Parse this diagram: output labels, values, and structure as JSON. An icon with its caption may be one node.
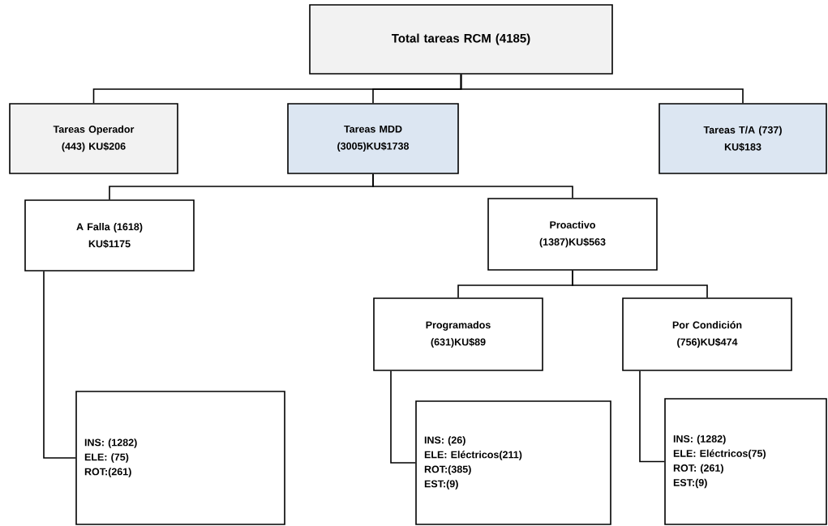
{
  "diagram": {
    "nodes": [
      {
        "text": [
          "Total tareas RCM (4185)"
        ]
      },
      {
        "text": [
          "Tareas Operador",
          "(443) KU$206"
        ]
      },
      {
        "text": [
          "Tareas MDD",
          "(3005)KU$1738"
        ]
      },
      {
        "text": [
          "Tareas T/A  (737)",
          "KU$183"
        ]
      },
      {
        "text": [
          "A Falla (1618)",
          "KU$1175"
        ]
      },
      {
        "text": [
          "Proactivo",
          "(1387)KU$563"
        ]
      },
      {
        "text": [
          "Programados",
          "(631)KU$89"
        ]
      },
      {
        "text": [
          "Por Condición",
          "(756)KU$474"
        ]
      },
      {
        "text": [
          "INS: (1282)",
          "ELE: (75)",
          "ROT:(261)"
        ]
      },
      {
        "text": [
          "INS: (26)",
          "ELE: Eléctricos(211)",
          "ROT:(385)",
          "EST:(9)"
        ]
      },
      {
        "text": [
          "INS: (1282)",
          "ELE: Eléctricos(75)",
          "ROT: (261)",
          "EST:(9)"
        ]
      }
    ],
    "edges": [
      {
        "from": 0,
        "to": 1,
        "arrow": "none"
      },
      {
        "from": 0,
        "to": 2,
        "arrow": "none"
      },
      {
        "from": 0,
        "to": 3,
        "arrow": "none"
      },
      {
        "from": 2,
        "to": 4,
        "arrow": "none"
      },
      {
        "from": 2,
        "to": 5,
        "arrow": "none"
      },
      {
        "from": 5,
        "to": 6,
        "arrow": "none"
      },
      {
        "from": 5,
        "to": 7,
        "arrow": "none"
      },
      {
        "from": 4,
        "to": 8,
        "arrow": "none"
      },
      {
        "from": 6,
        "to": 9,
        "arrow": "none"
      },
      {
        "from": 7,
        "to": 10,
        "arrow": "none"
      }
    ]
  }
}
